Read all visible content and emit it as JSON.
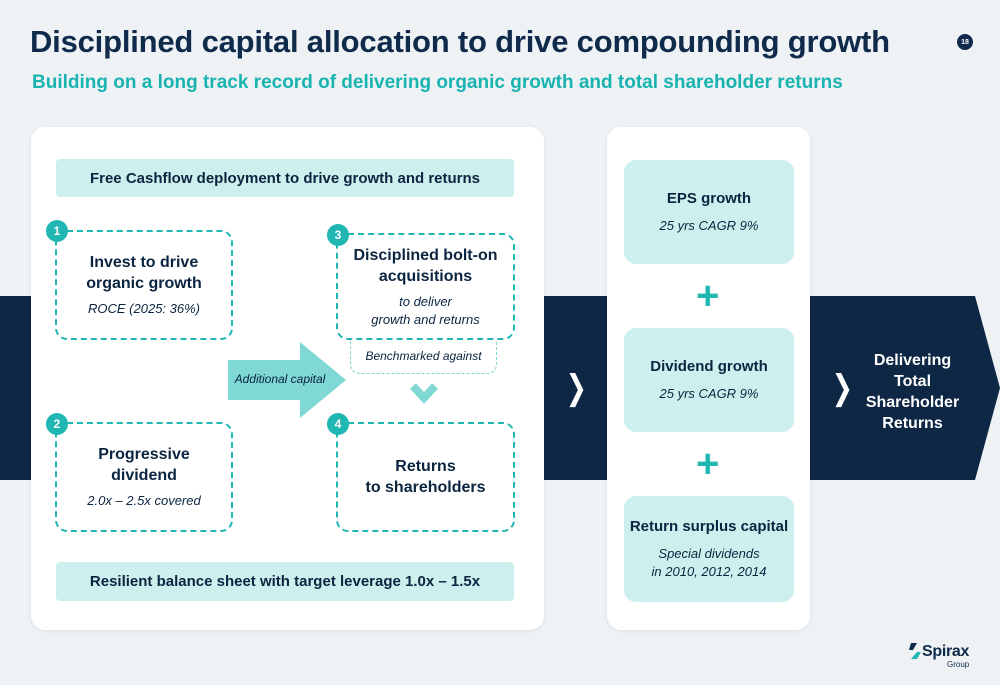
{
  "header": {
    "title": "Disciplined capital allocation to drive compounding growth",
    "subtitle": "Building on a long track record of delivering organic growth and total shareholder returns",
    "page_number": "18"
  },
  "left_panel": {
    "top_bar": "Free Cashflow deployment to drive growth and returns",
    "bottom_bar": "Resilient balance sheet with target leverage 1.0x – 1.5x",
    "boxes": [
      {
        "number": "1",
        "heading_line1": "Invest to drive",
        "heading_line2": "organic growth",
        "sub_line1": "ROCE (2025: 36%)",
        "sub_line2": ""
      },
      {
        "number": "2",
        "heading_line1": "Progressive",
        "heading_line2": "dividend",
        "sub_line1": "2.0x – 2.5x covered",
        "sub_line2": ""
      },
      {
        "number": "3",
        "heading_line1": "Disciplined bolt-on",
        "heading_line2": "acquisitions",
        "sub_line1": "to deliver",
        "sub_line2": "growth and returns"
      },
      {
        "number": "4",
        "heading_line1": "Returns",
        "heading_line2": "to shareholders",
        "sub_line1": "",
        "sub_line2": ""
      }
    ],
    "benchmark_label": "Benchmarked against",
    "arrow_label": "Additional capital"
  },
  "right_panel": {
    "items": [
      {
        "heading": "EPS growth",
        "sub_line1": "25 yrs CAGR 9%",
        "sub_line2": ""
      },
      {
        "heading": "Dividend growth",
        "sub_line1": "25 yrs CAGR 9%",
        "sub_line2": ""
      },
      {
        "heading": "Return surplus capital",
        "sub_line1": "Special dividends",
        "sub_line2": "in 2010, 2012, 2014"
      }
    ],
    "plus_symbol": "+"
  },
  "outcome": {
    "line1": "Delivering",
    "line2": "Total",
    "line3": "Shareholder",
    "line4": "Returns"
  },
  "logo": {
    "name": "Spirax",
    "sub": "Group"
  },
  "colors": {
    "navy": "#0e2744",
    "teal": "#20b7b3",
    "light_teal": "#cdf0ee",
    "background": "#eef2f5"
  }
}
